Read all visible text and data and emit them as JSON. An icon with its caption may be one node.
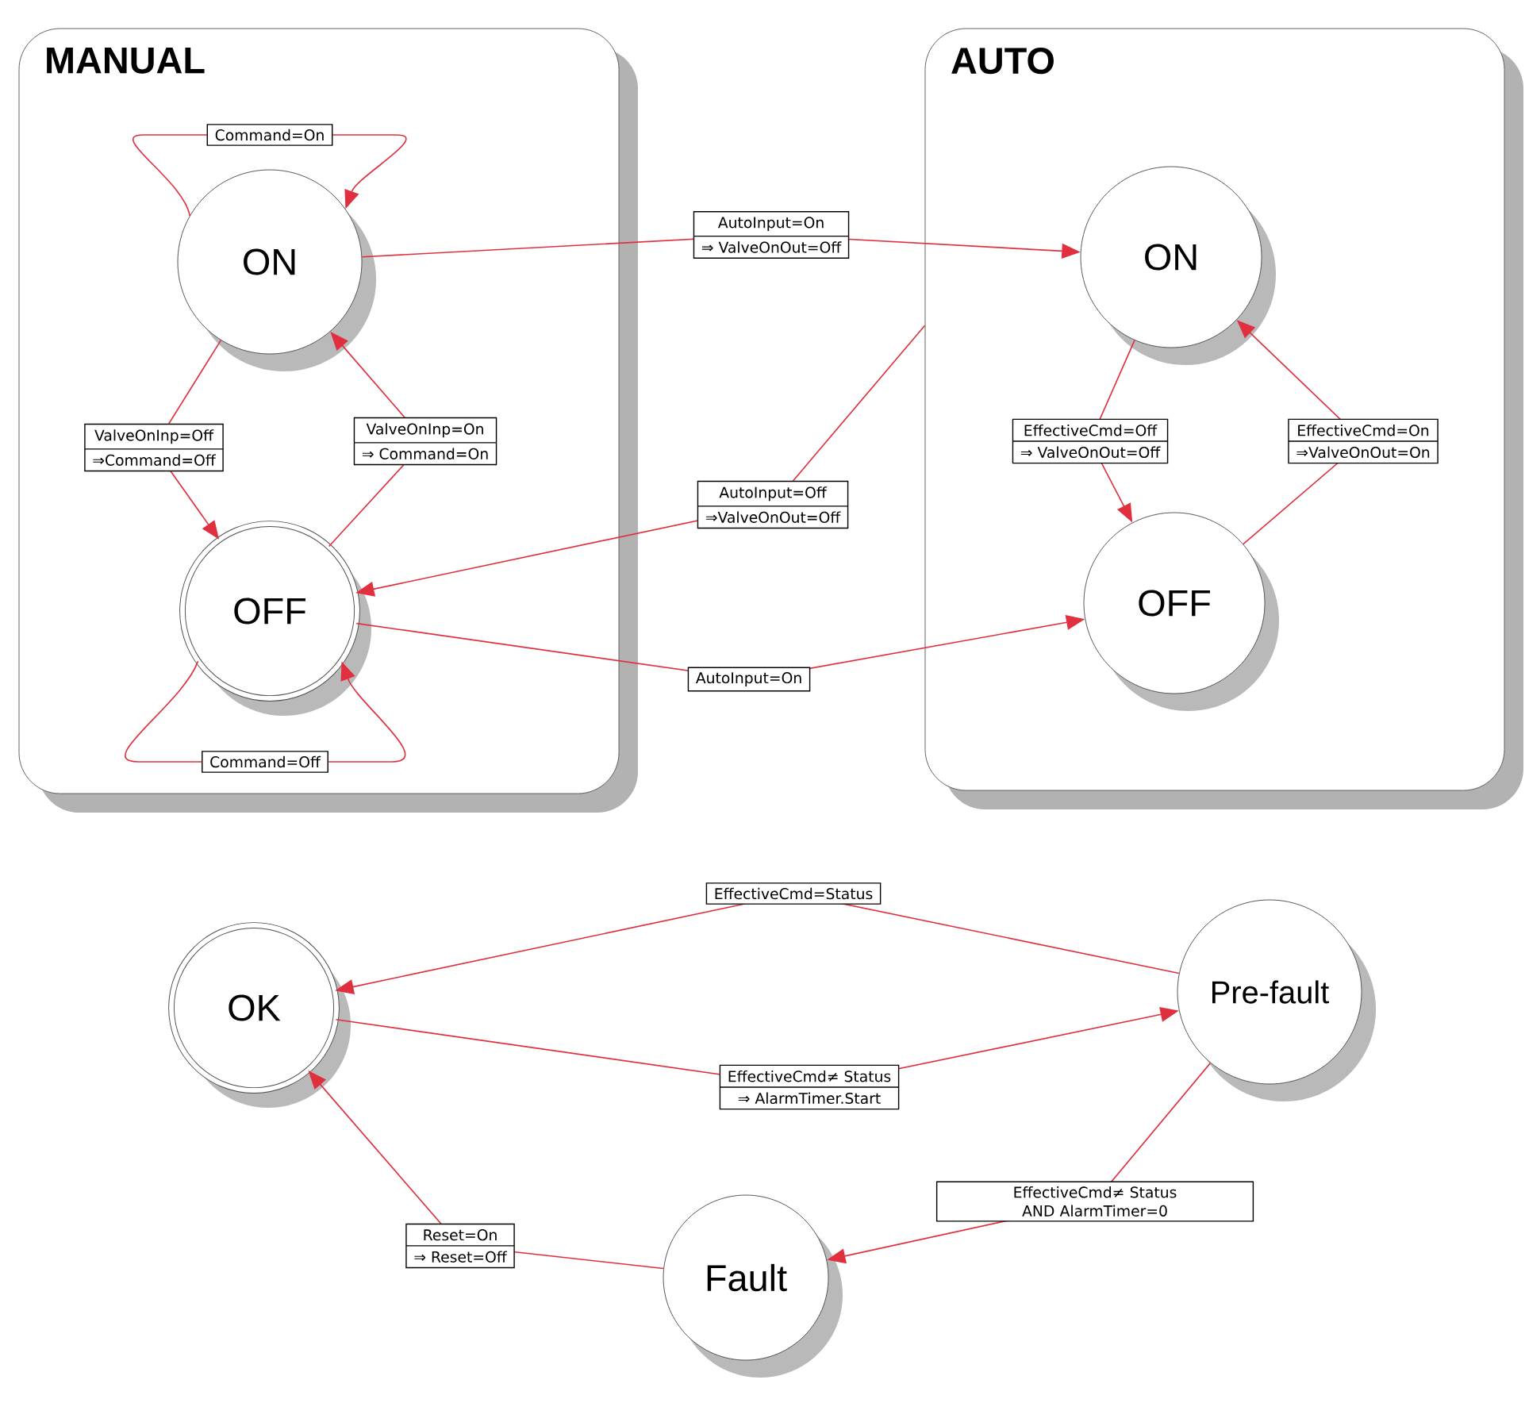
{
  "diagram": {
    "nodes": [
      {
        "text": [
          "MANUAL"
        ]
      },
      {
        "text": [
          "ON"
        ],
        "in": 0
      },
      {
        "text": [
          "OFF"
        ],
        "in": 0
      },
      {
        "text": [
          "AUTO"
        ]
      },
      {
        "text": [
          "ON"
        ],
        "in": 3
      },
      {
        "text": [
          "OFF"
        ],
        "in": 3
      },
      {
        "text": [
          "OK"
        ]
      },
      {
        "text": [
          "Pre-fault"
        ]
      },
      {
        "text": [
          "Fault"
        ]
      }
    ],
    "edges": [
      {
        "from": 1,
        "to": 1,
        "arrow": "to",
        "label": [
          "Command=On"
        ]
      },
      {
        "from": 1,
        "to": 2,
        "arrow": "to",
        "label": [
          "ValveOnInp=Off",
          "⇒Command=Off"
        ]
      },
      {
        "from": 2,
        "to": 1,
        "arrow": "to",
        "label": [
          "ValveOnInp=On",
          "⇒ Command=On"
        ]
      },
      {
        "from": 1,
        "to": 4,
        "arrow": "to",
        "label": [
          "AutoInput=On",
          "⇒ ValveOnOut=Off"
        ]
      },
      {
        "from": 3,
        "to": 2,
        "arrow": "to",
        "label": [
          "AutoInput=Off",
          "⇒ValveOnOut=Off"
        ]
      },
      {
        "from": 2,
        "to": 5,
        "arrow": "to",
        "label": [
          "AutoInput=On"
        ]
      },
      {
        "from": 4,
        "to": 5,
        "arrow": "to",
        "label": [
          "EffectiveCmd=Off",
          "⇒ ValveOnOut=Off"
        ]
      },
      {
        "from": 5,
        "to": 4,
        "arrow": "to",
        "label": [
          "EffectiveCmd=On",
          "⇒ValveOnOut=On"
        ]
      },
      {
        "from": 2,
        "to": 2,
        "arrow": "to",
        "label": [
          "Command=Off"
        ]
      },
      {
        "from": 7,
        "to": 6,
        "arrow": "to",
        "label": [
          "EffectiveCmd=Status"
        ]
      },
      {
        "from": 6,
        "to": 7,
        "arrow": "to",
        "label": [
          "EffectiveCmd≠ Status",
          "⇒ AlarmTimer.Start"
        ]
      },
      {
        "from": 7,
        "to": 8,
        "arrow": "to",
        "label": [
          "EffectiveCmd≠ Status AND AlarmTimer=0"
        ]
      },
      {
        "from": 8,
        "to": 6,
        "arrow": "to",
        "label": [
          "Reset=On",
          "⇒ Reset=Off"
        ]
      }
    ]
  }
}
